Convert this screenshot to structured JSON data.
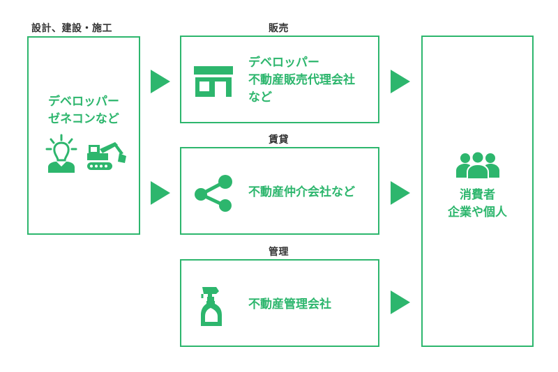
{
  "colors": {
    "accent": "#2db66d",
    "label": "#333333"
  },
  "left": {
    "heading": "設計、建設・施工",
    "lines": [
      "デベロッパー",
      "ゼネコンなど"
    ],
    "icons": [
      "idea-person-icon",
      "excavator-icon"
    ]
  },
  "sales": {
    "heading": "販売",
    "lines": [
      "デベロッパー",
      "不動産販売代理会社",
      "など"
    ],
    "icon": "store-icon"
  },
  "rental": {
    "heading": "賃貸",
    "lines": [
      "不動産仲介会社など"
    ],
    "icon": "share-icon"
  },
  "management": {
    "heading": "管理",
    "lines": [
      "不動産管理会社"
    ],
    "icon": "spray-bottle-icon"
  },
  "right": {
    "lines": [
      "消費者",
      "企業や個人"
    ],
    "icon": "people-group-icon"
  }
}
